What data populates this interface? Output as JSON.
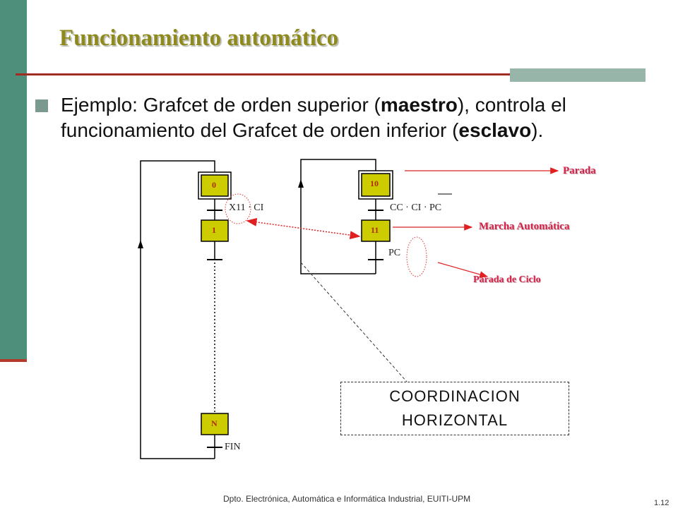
{
  "slide": {
    "title": "Funcionamiento  automático",
    "bullet": {
      "lead": "Ejemplo:",
      "text_part1": "  Grafcet de orden superior (",
      "bold1": "maestro",
      "text_part2": "), controla el funcionamiento del Grafcet de orden  inferior (",
      "bold2": "esclavo",
      "text_part3": ")."
    }
  },
  "diagram": {
    "master": {
      "steps": {
        "initial": "0",
        "step1": "1",
        "stepN": "N"
      },
      "transitions": {
        "t0": "X11 · CI",
        "tN": "FIN"
      }
    },
    "slave": {
      "steps": {
        "initial": "10",
        "step11": "11"
      },
      "transitions": {
        "t10": "CC · CI · PC",
        "t11": "PC"
      }
    },
    "annotations": {
      "parada": "Parada",
      "marcha": "Marcha Automática",
      "parada_ciclo": "Parada de Ciclo"
    },
    "coordination": {
      "line1": "COORDINACION",
      "line2": "HORIZONTAL"
    }
  },
  "footer": {
    "institution": "Dpto. Electrónica, Automática e Informática Industrial, EUITI-UPM",
    "page": "1.12"
  },
  "colors": {
    "band": "#4e8f7c",
    "title": "#8e8a1e",
    "step_fill": "#cccc00",
    "step_text": "#b02a10",
    "annotation": "#d4224a"
  }
}
